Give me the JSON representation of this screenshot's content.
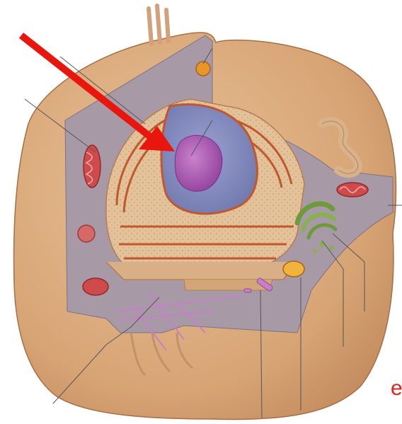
{
  "label": {
    "partial_text": "e",
    "color": "#e2231a"
  },
  "arrow": {
    "color": "#e8160c",
    "points_to": "nucleolus"
  },
  "colors": {
    "cell_outer": "#d9a77a",
    "cytoplasm": "#a79aa6",
    "nucleus": "#7d84b8",
    "nucleolus": "#a85ab0",
    "er": "#c9784a",
    "mitochondrion": "#cf4a4a",
    "golgi": "#6f9a3c",
    "cytoskeleton": "#c77fc9"
  },
  "structures": [
    "cell-membrane",
    "cytoplasm",
    "nucleus",
    "nucleolus",
    "nuclear-envelope",
    "rough-endoplasmic-reticulum",
    "smooth-endoplasmic-reticulum",
    "mitochondrion",
    "golgi-apparatus",
    "lysosome",
    "centriole",
    "cytoskeleton",
    "cilium",
    "microvilli"
  ]
}
